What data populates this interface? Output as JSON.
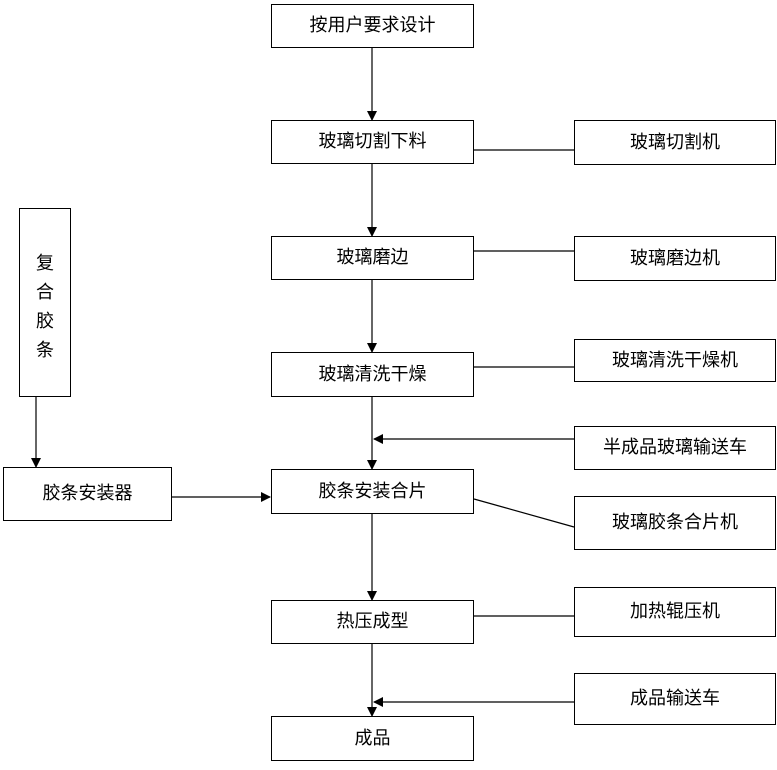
{
  "main_flow": [
    {
      "id": "design",
      "label": "按用户要求设计"
    },
    {
      "id": "cutting",
      "label": "玻璃切割下料"
    },
    {
      "id": "edging",
      "label": "玻璃磨边"
    },
    {
      "id": "washing",
      "label": "玻璃清洗干燥"
    },
    {
      "id": "assembly",
      "label": "胶条安装合片"
    },
    {
      "id": "hot_press",
      "label": "热压成型"
    },
    {
      "id": "finished",
      "label": "成品"
    }
  ],
  "equipment": [
    {
      "id": "cutting_machine",
      "label": "玻璃切割机"
    },
    {
      "id": "edging_machine",
      "label": "玻璃磨边机"
    },
    {
      "id": "washer_dryer",
      "label": "玻璃清洗干燥机"
    },
    {
      "id": "semi_conveyor",
      "label": "半成品玻璃输送车"
    },
    {
      "id": "laminating_machine",
      "label": "玻璃胶条合片机"
    },
    {
      "id": "heated_roller_press",
      "label": "加热辊压机"
    },
    {
      "id": "finished_conveyor",
      "label": "成品输送车"
    }
  ],
  "side_flow": {
    "composite_strip": {
      "label": "复合胶条",
      "chars": [
        "复",
        "合",
        "胶",
        "条"
      ]
    },
    "strip_installer": {
      "label": "胶条安装器"
    }
  }
}
